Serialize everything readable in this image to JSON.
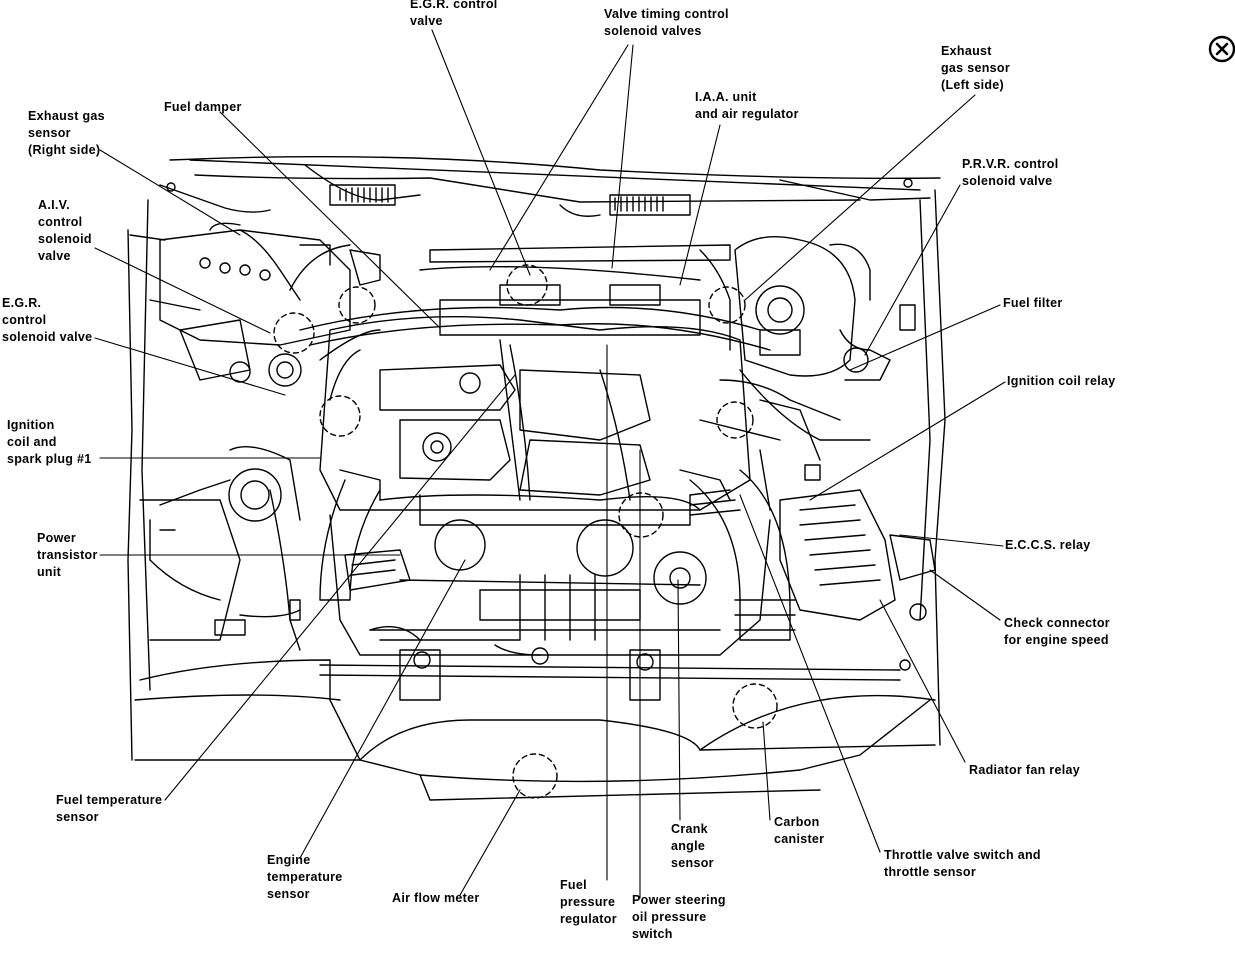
{
  "labels": {
    "egr_valve": [
      "E.G.R. control",
      "valve"
    ],
    "vtc_valves": [
      "Valve timing control",
      "solenoid valves"
    ],
    "exhaust_left": [
      "Exhaust",
      "gas sensor",
      "(Left side)"
    ],
    "iaa_unit": [
      "I.A.A. unit",
      "and air regulator"
    ],
    "fuel_damper": [
      "Fuel damper"
    ],
    "exhaust_right": [
      "Exhaust gas",
      "sensor",
      "(Right side)"
    ],
    "prvr_valve": [
      "P.R.V.R. control",
      "solenoid valve"
    ],
    "aiv_valve": [
      "A.I.V.",
      "control",
      "solenoid",
      "valve"
    ],
    "egr_solenoid": [
      "E.G.R.",
      "control",
      "solenoid valve"
    ],
    "fuel_filter": [
      "Fuel filter"
    ],
    "ign_coil_relay": [
      "Ignition coil relay"
    ],
    "ign_coil_plug": [
      "Ignition",
      "coil and",
      "spark plug #1"
    ],
    "power_transistor": [
      "Power",
      "transistor",
      "unit"
    ],
    "eccs_relay": [
      "E.C.C.S. relay"
    ],
    "check_connector": [
      "Check connector",
      "for engine speed"
    ],
    "radiator_fan_relay": [
      "Radiator fan relay"
    ],
    "fuel_temp_sensor": [
      "Fuel temperature",
      "sensor"
    ],
    "carbon_canister": [
      "Carbon",
      "canister"
    ],
    "crank_angle": [
      "Crank",
      "angle",
      "sensor"
    ],
    "throttle_switch": [
      "Throttle valve switch and",
      "throttle sensor"
    ],
    "engine_temp": [
      "Engine",
      "temperature",
      "sensor"
    ],
    "air_flow_meter": [
      "Air flow meter"
    ],
    "fuel_pressure_reg": [
      "Fuel",
      "pressure",
      "regulator"
    ],
    "ps_switch": [
      "Power steering",
      "oil pressure",
      "switch"
    ]
  },
  "close_icon": "close-circle-icon"
}
